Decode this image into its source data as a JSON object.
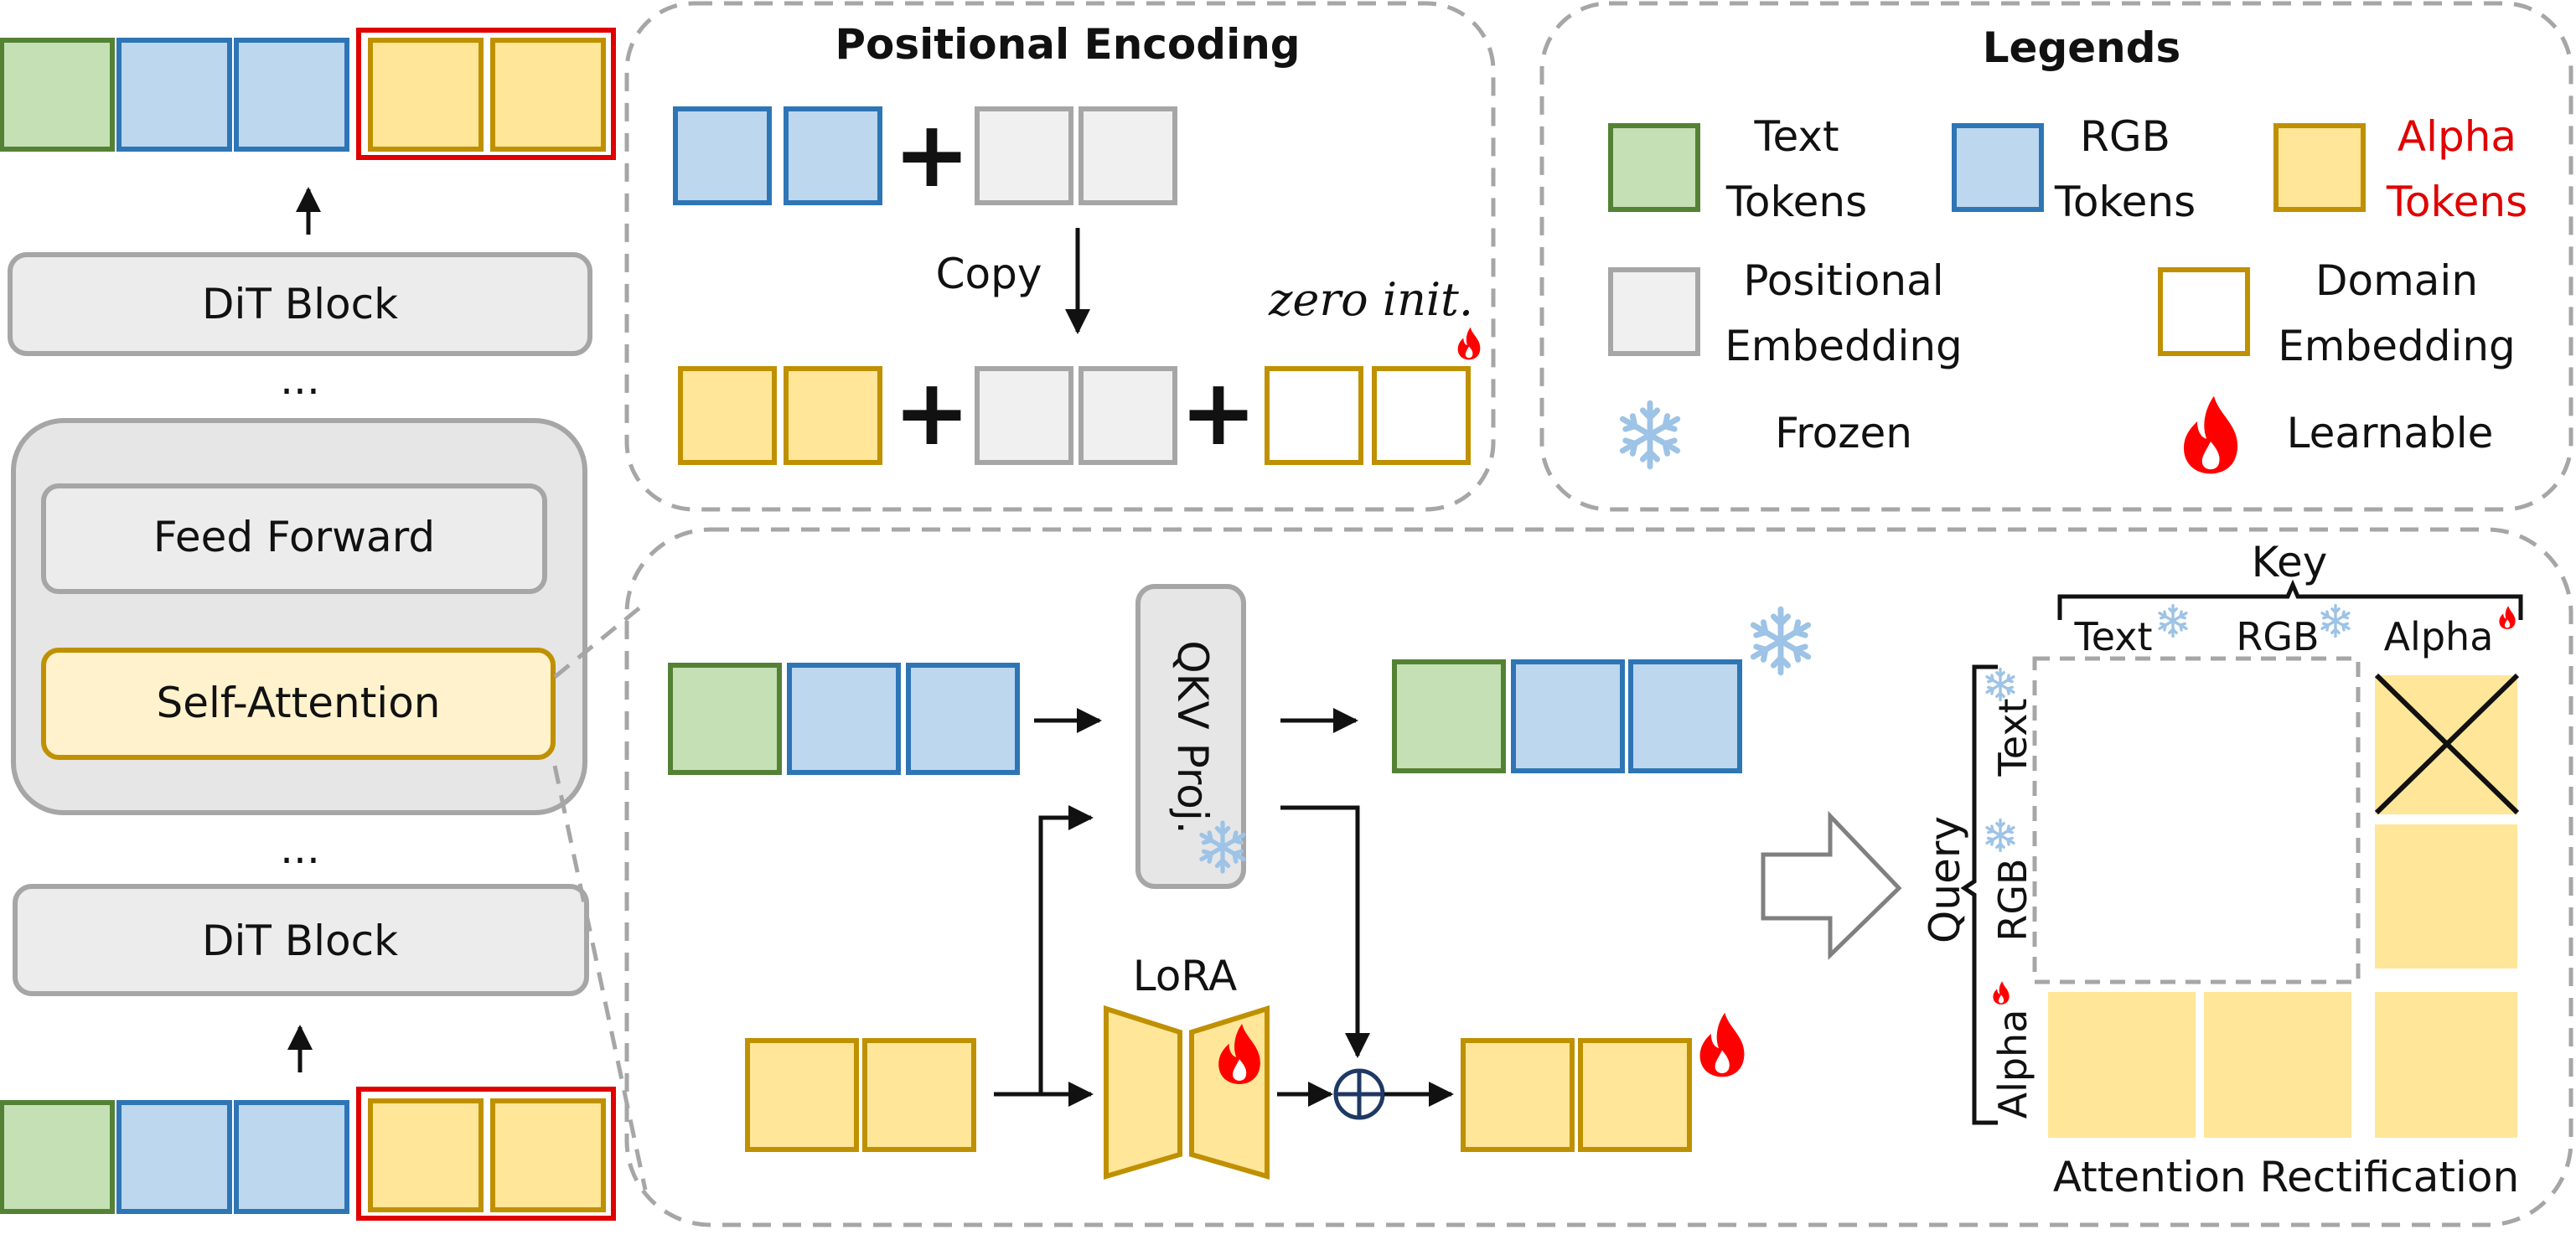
{
  "colors": {
    "text_token_fill": "#c5e0b4",
    "text_token_stroke": "#548235",
    "rgb_token_fill": "#bdd7ee",
    "rgb_token_stroke": "#2e75b6",
    "alpha_token_fill": "#ffe699",
    "alpha_token_stroke": "#bf9000",
    "pos_fill": "#f0f0f0",
    "pos_stroke": "#a6a6a6",
    "highlight_red": "#e00000",
    "panel_dash": "#a6a6a6",
    "block_fill": "#ececec",
    "block_stroke": "#a6a6a6",
    "frozen_icon": "#9dc3e6",
    "flame_icon": "#ff0000"
  },
  "left": {
    "dit_block_top": "DiT Block",
    "ellipsis_top": "...",
    "feed_forward": "Feed Forward",
    "self_attention": "Self-Attention",
    "ellipsis_bottom": "...",
    "dit_block_bottom": "DiT Block"
  },
  "positional": {
    "title": "Positional Encoding",
    "copy_label": "Copy",
    "zero_init_label": "zero init."
  },
  "legend": {
    "title": "Legends",
    "text_tokens_l1": "Text",
    "text_tokens_l2": "Tokens",
    "rgb_tokens_l1": "RGB",
    "rgb_tokens_l2": "Tokens",
    "alpha_tokens_l1": "Alpha",
    "alpha_tokens_l2": "Tokens",
    "pos_emb_l1": "Positional",
    "pos_emb_l2": "Embedding",
    "domain_emb_l1": "Domain",
    "domain_emb_l2": "Embedding",
    "frozen": "Frozen",
    "learnable": "Learnable",
    "frozen_icon": "snowflake-icon",
    "learnable_icon": "flame-icon"
  },
  "attention": {
    "qkv_label": "QKV Proj.",
    "lora_label": "LoRA",
    "key_label": "Key",
    "key_text": "Text",
    "key_rgb": "RGB",
    "key_alpha": "Alpha",
    "query_label": "Query",
    "query_text": "Text",
    "query_rgb": "RGB",
    "query_alpha": "Alpha",
    "caption": "Attention Rectification"
  }
}
